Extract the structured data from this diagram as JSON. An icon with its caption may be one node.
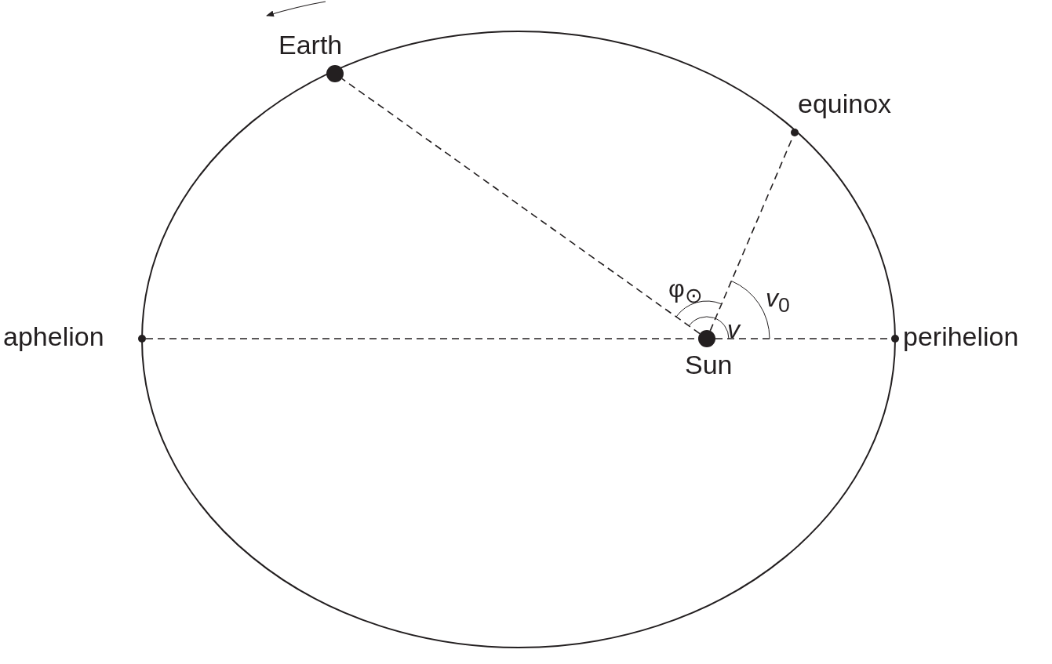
{
  "diagram": {
    "nodes": [
      {
        "text": [
          "Earth"
        ]
      },
      {
        "text": [
          "equinox"
        ]
      },
      {
        "text": [
          "aphelion"
        ]
      },
      {
        "text": [
          "Sun"
        ]
      },
      {
        "text": [
          "perihelion"
        ]
      }
    ],
    "edges": [
      {
        "from": 3,
        "to": 0,
        "arrow": "none",
        "style": "dashed"
      },
      {
        "from": 3,
        "to": 1,
        "arrow": "none",
        "style": "dashed"
      },
      {
        "from": 2,
        "to": 3,
        "arrow": "none",
        "style": "dashed"
      },
      {
        "from": 3,
        "to": 4,
        "arrow": "none",
        "style": "dashed"
      }
    ],
    "labels": [
      "φ$_{⊙}$",
      "v",
      "*v*$_{0}$"
    ]
  }
}
